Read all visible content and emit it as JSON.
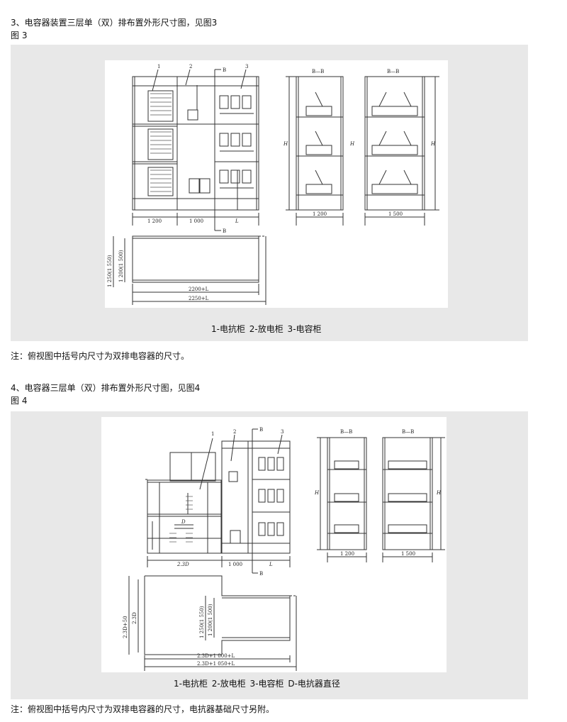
{
  "section3": {
    "heading": "3、电容器装置三层单（双）排布置外形尺寸图，见图3",
    "fig_label": "图  3",
    "caption": "1-电抗柜    2-放电柜    3-电容柜",
    "note": "注：俯视图中括号内尺寸为双排电容器的尺寸。",
    "labels": {
      "n1": "1",
      "n2": "2",
      "n3": "3",
      "secB_top": "B",
      "secB_bot": "B",
      "bb1": "B—B",
      "bb2": "B—B",
      "H1": "H",
      "H2": "H",
      "H3": "H",
      "w1200a": "1 200",
      "w1000": "1 000",
      "wL": "L",
      "w1200b": "1 200",
      "w1500": "1 500",
      "d1": "1 250(1 550)",
      "d2": "1 200(1 500)",
      "len1": "2200+L",
      "len2": "2250+L"
    }
  },
  "section4": {
    "heading": "4、电容器三层单（双）排布置外形尺寸图，见图4",
    "fig_label": "图  4",
    "caption": "1-电抗柜    2-放电柜    3-电容柜    D-电抗器直径",
    "note": "注：俯视图中括号内尺寸为双排电容器的尺寸，电抗器基础尺寸另附。",
    "labels": {
      "n1": "1",
      "n2": "2",
      "n3": "3",
      "secB_top": "B",
      "secB_bot": "B",
      "bb1": "B—B",
      "bb2": "B—B",
      "H1": "H",
      "H2": "H",
      "wD": "D",
      "w23D": "2.3D",
      "w1000": "1 000",
      "wL": "L",
      "w1200": "1 200",
      "w1500": "1 500",
      "d1": "2.3D+50",
      "d2": "2.3D",
      "d3": "1 250(1 550)",
      "d4": "1 200(1 500)",
      "len1": "2.3D+1 000+L",
      "len2": "2.3D+1 050+L"
    }
  }
}
